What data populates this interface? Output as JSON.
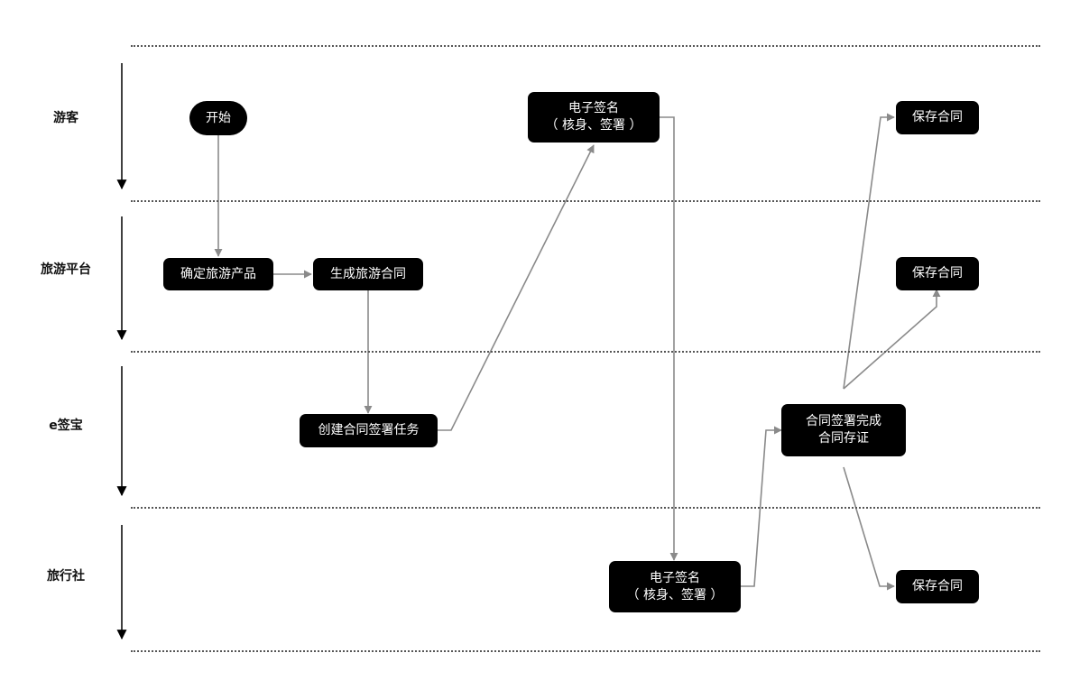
{
  "lanes": [
    {
      "label": "游客"
    },
    {
      "label": "旅游平台"
    },
    {
      "label": "e签宝"
    },
    {
      "label": "旅行社"
    }
  ],
  "nodes": {
    "start": {
      "text": "开始"
    },
    "confirm_product": {
      "text": "确定旅游产品"
    },
    "generate_contract": {
      "text": "生成旅游合同"
    },
    "create_sign_task": {
      "text": "创建合同签署任务"
    },
    "tourist_esign": {
      "line1": "电子签名",
      "line2": "（ 核身、签署 ）"
    },
    "agency_esign": {
      "line1": "电子签名",
      "line2": "（ 核身、签署 ）"
    },
    "sign_complete": {
      "line1": "合同签署完成",
      "line2": "合同存证"
    },
    "save_tourist": {
      "text": "保存合同"
    },
    "save_platform": {
      "text": "保存合同"
    },
    "save_agency": {
      "text": "保存合同"
    }
  },
  "colors": {
    "node_fill": "#000000",
    "node_text": "#ffffff",
    "connector": "#8a8a8a",
    "lane_arrow": "#000000"
  }
}
